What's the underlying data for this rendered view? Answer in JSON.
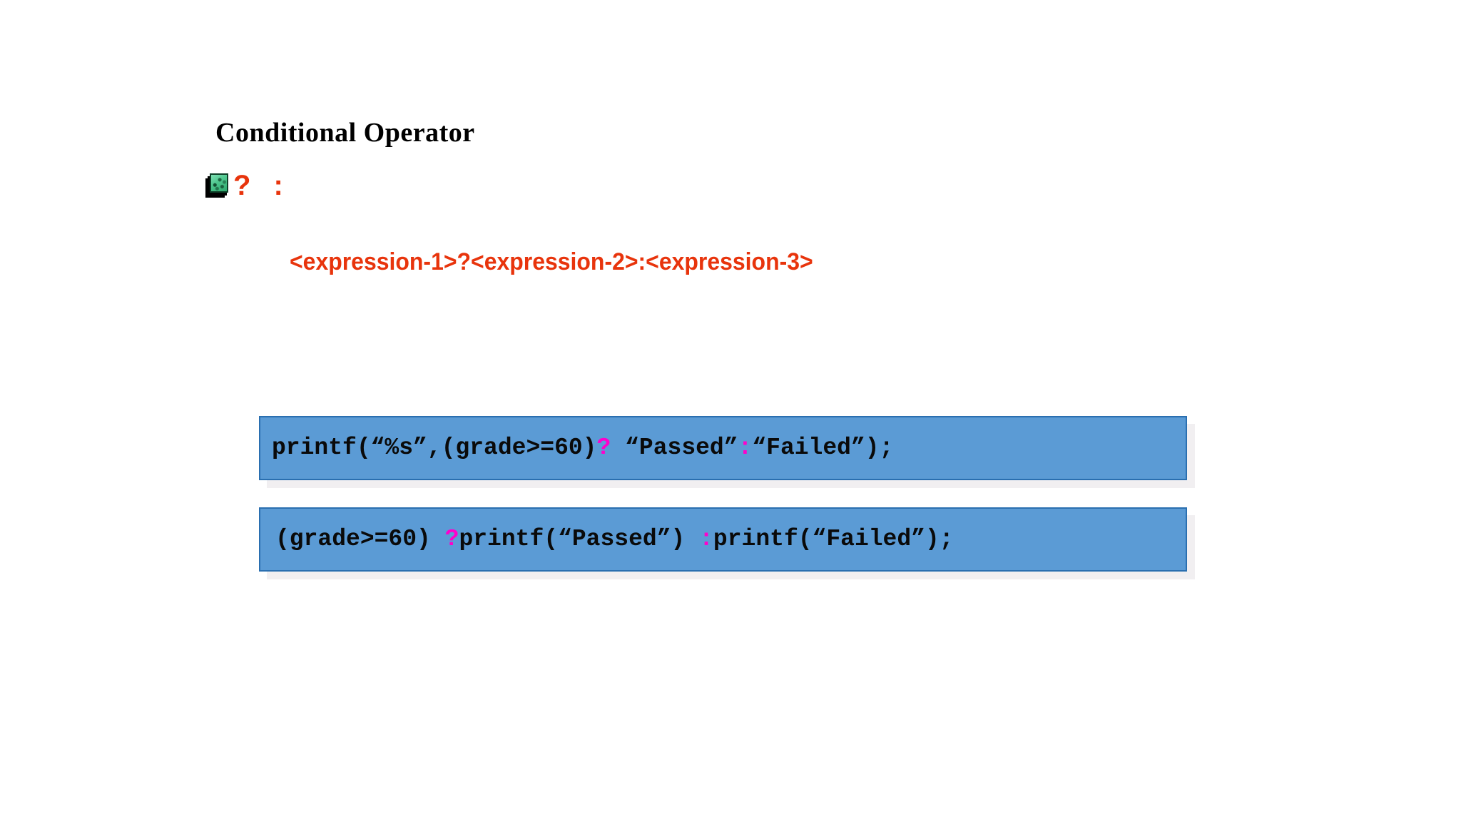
{
  "slide": {
    "title": "Conditional Operator",
    "background_color": "#ffffff"
  },
  "bullet": {
    "icon_name": "green-book-bullet-icon",
    "question_mark": "?",
    "colon": ":",
    "accent_color": "#e8340c"
  },
  "syntax": {
    "text": "<expression-1>?<expression-2>:<expression-3>",
    "color": "#e8340c"
  },
  "code_boxes": [
    {
      "box_fill": "#5b9bd5",
      "box_border": "#2a6fb0",
      "operator_color": "#ff00cc",
      "segments": [
        {
          "text": "printf(“%s”,(grade>=60)",
          "style": "plain"
        },
        {
          "text": "?",
          "style": "operator"
        },
        {
          "text": " “Passed”",
          "style": "plain"
        },
        {
          "text": ":",
          "style": "operator"
        },
        {
          "text": "“Failed”);",
          "style": "plain"
        }
      ]
    },
    {
      "box_fill": "#5b9bd5",
      "box_border": "#2a6fb0",
      "operator_color": "#ff00cc",
      "segments": [
        {
          "text": "(grade>=60) ",
          "style": "plain"
        },
        {
          "text": "?",
          "style": "operator"
        },
        {
          "text": "printf(“Passed”) ",
          "style": "plain"
        },
        {
          "text": ":",
          "style": "operator"
        },
        {
          "text": "printf(“Failed”);",
          "style": "plain"
        }
      ]
    }
  ]
}
